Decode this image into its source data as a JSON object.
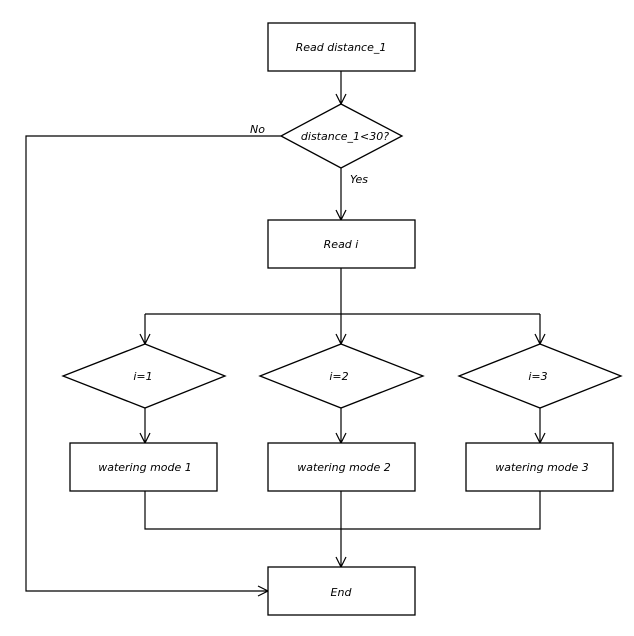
{
  "flowchart": {
    "nodes": {
      "read_distance": "Read distance_1",
      "decision_distance": "distance_1<30?",
      "read_i": "Read i",
      "decision_i1": "i=1",
      "decision_i2": "i=2",
      "decision_i3": "i=3",
      "mode1": "watering mode 1",
      "mode2": "watering mode 2",
      "mode3": "watering mode 3",
      "end": "End"
    },
    "edges": {
      "no": "No",
      "yes": "Yes"
    }
  }
}
